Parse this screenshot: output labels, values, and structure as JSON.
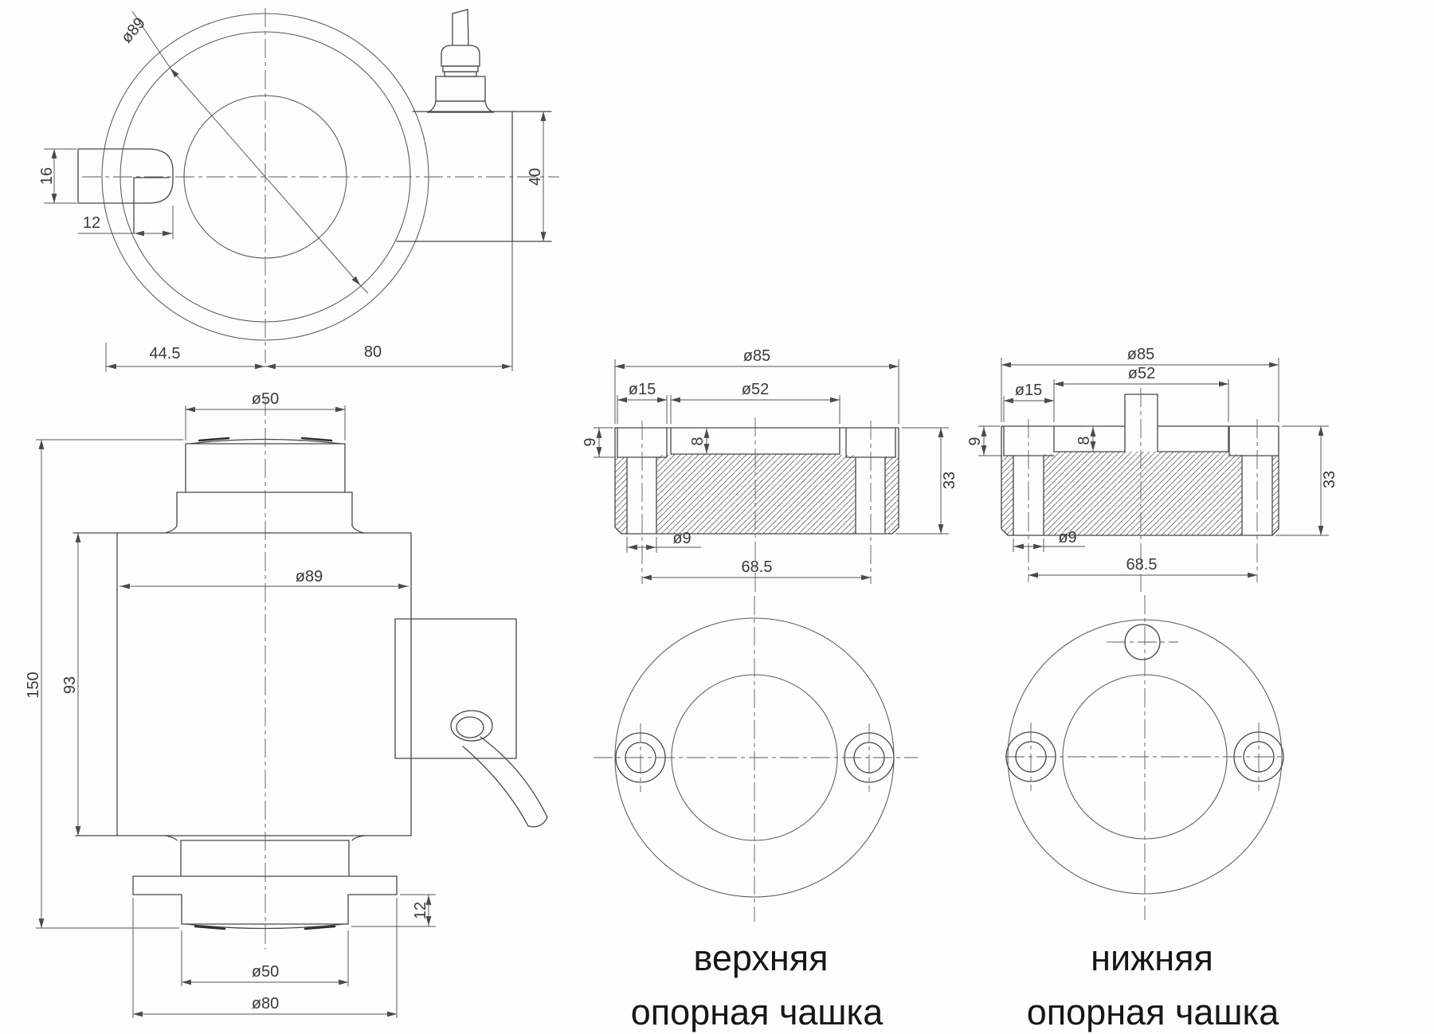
{
  "drawing_title": "column load cell technical drawing",
  "top_view": {
    "dia_label": "ø89",
    "notch_height": "16",
    "notch_width": "12",
    "left_span": "44.5",
    "right_span": "80",
    "box_height": "40"
  },
  "side_view": {
    "top_button_dia": "ø50",
    "total_height": "150",
    "body_height": "93",
    "body_dia": "ø89",
    "flange_lip": "12",
    "bottom_button_dia": "ø50",
    "base_dia": "ø80"
  },
  "upper_cup": {
    "outer_dia": "ø85",
    "counterbore_dia": "ø15",
    "recess_dia": "ø52",
    "rim_height": "9",
    "recess_depth": "8",
    "height": "33",
    "hole_dia": "ø9",
    "hole_spacing": "68.5",
    "caption_line1": "верхняя",
    "caption_line2": "опорная чашка"
  },
  "lower_cup": {
    "outer_dia": "ø85",
    "recess_dia": "ø52",
    "counterbore_dia": "ø15",
    "rim_height": "9",
    "recess_depth": "8",
    "height": "33",
    "hole_dia": "ø9",
    "hole_spacing": "68.5",
    "caption_line1": "нижняя",
    "caption_line2": "опорная чашка"
  }
}
